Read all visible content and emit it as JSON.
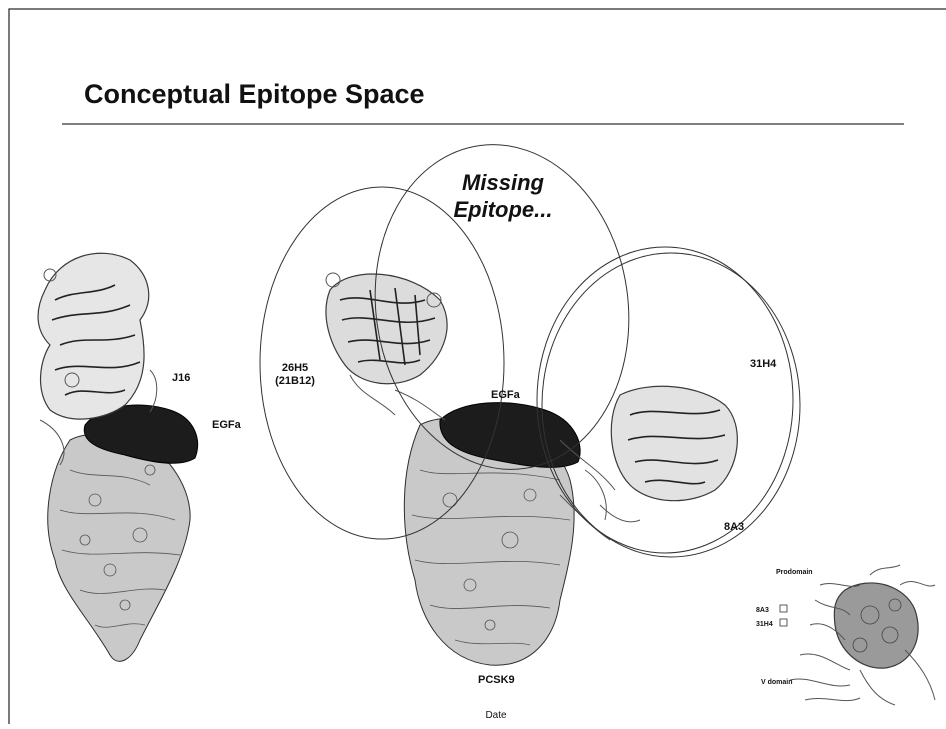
{
  "slide": {
    "title": "Conceptual Epitope Space",
    "footer": "Date"
  },
  "left_structure": {
    "labels": [
      "J16",
      "EGFa"
    ]
  },
  "center_diagram": {
    "callout": [
      "Missing",
      "Epitope..."
    ],
    "antibody_26H5": [
      "26H5",
      "(21B12)"
    ],
    "egfa": "EGFa",
    "ab_31H4": "31H4",
    "ab_8A3": "8A3",
    "pcsk9": "PCSK9"
  },
  "inset": {
    "prodomain": "Prodomain",
    "legend": [
      "8A3",
      "31H4"
    ],
    "v_domain": "V domain"
  }
}
